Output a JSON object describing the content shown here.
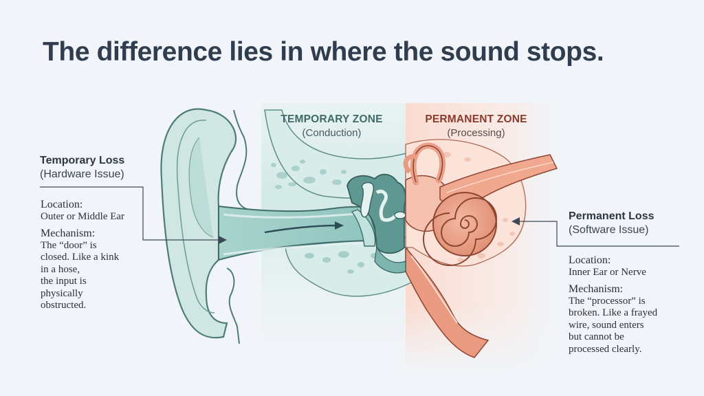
{
  "title": "The difference lies in where the sound stops.",
  "zones": {
    "temporary": {
      "title": "TEMPORARY ZONE",
      "subtitle": "(Conduction)",
      "color": "#3d6a68",
      "fill": "#cfe8e5"
    },
    "permanent": {
      "title": "PERMANENT ZONE",
      "subtitle": "(Processing)",
      "color": "#8a3a2c",
      "fill": "#fbe0d6"
    }
  },
  "left_panel": {
    "title": "Temporary Loss",
    "subtitle": "(Hardware Issue)",
    "location_label": "Location:",
    "location_value": "Outer or Middle Ear",
    "mechanism_label": "Mechanism:",
    "mechanism_lines": [
      "The “door” is",
      "closed. Like a kink",
      "in a hose,",
      "the input is",
      "physically",
      "obstructed."
    ]
  },
  "right_panel": {
    "title": "Permanent Loss",
    "subtitle": "(Software Issue)",
    "location_label": "Location:",
    "location_value": "Inner Ear or Nerve",
    "mechanism_label": "Mechanism:",
    "mechanism_lines": [
      "The “processor” is",
      "broken. Like a frayed",
      "wire, sound enters",
      "but cannot be",
      "processed clearly."
    ]
  },
  "illustration": {
    "outer_ear": "pinna",
    "ear_canal": "ear canal with sound-direction arrow",
    "middle_ear": "ossicles and eardrum",
    "inner_ear": "cochlea, semicircular canals, auditory nerve",
    "connector_color": "#3b4756"
  }
}
